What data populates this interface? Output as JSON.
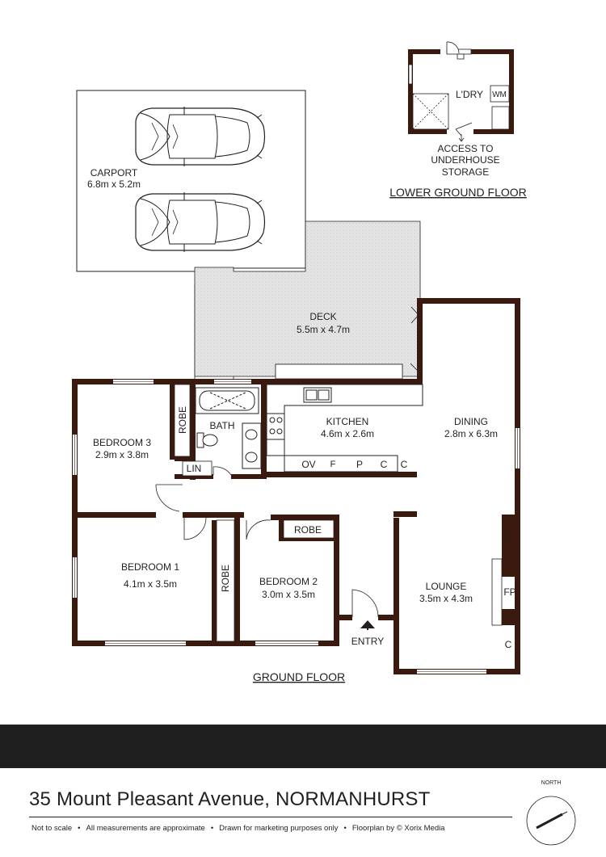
{
  "rooms": {
    "carport": {
      "name": "CARPORT",
      "size": "6.8m x 5.2m"
    },
    "deck": {
      "name": "DECK",
      "size": "5.5m x 4.7m"
    },
    "kitchen": {
      "name": "KITCHEN",
      "size": "4.6m x 2.6m"
    },
    "dining": {
      "name": "DINING",
      "size": "2.8m x 6.3m"
    },
    "bedroom3": {
      "name": "BEDROOM 3",
      "size": "2.9m x 3.8m"
    },
    "bedroom1": {
      "name": "BEDROOM 1",
      "size": "4.1m x 3.5m"
    },
    "bedroom2": {
      "name": "BEDROOM 2",
      "size": "3.0m x 3.5m"
    },
    "lounge": {
      "name": "LOUNGE",
      "size": "3.5m x 4.3m"
    },
    "laundry": {
      "name": "L'DRY"
    }
  },
  "fixtures": {
    "robe": "ROBE",
    "bath": "BATH",
    "linen": "LIN",
    "oven": "OV",
    "fridge": "F",
    "pantry": "P",
    "cupboard": "C",
    "fireplace": "FP",
    "washing_machine": "WM",
    "entry": "ENTRY"
  },
  "access_note": [
    "ACCESS TO",
    "UNDERHOUSE",
    "STORAGE"
  ],
  "floors": {
    "lower": "LOWER GROUND FLOOR",
    "ground": "GROUND FLOOR"
  },
  "footer": {
    "address": "35 Mount Pleasant Avenue, NORMANHURST",
    "disclaimers": [
      "Not to scale",
      "All measurements are approximate",
      "Drawn for marketing purposes only",
      "Floorplan by © Xorix Media"
    ],
    "north_label": "NORTH"
  },
  "colors": {
    "wall": "#3a1a0e",
    "footer_band": "#1f1e1f",
    "deck_fill": "#e4e4e4"
  }
}
